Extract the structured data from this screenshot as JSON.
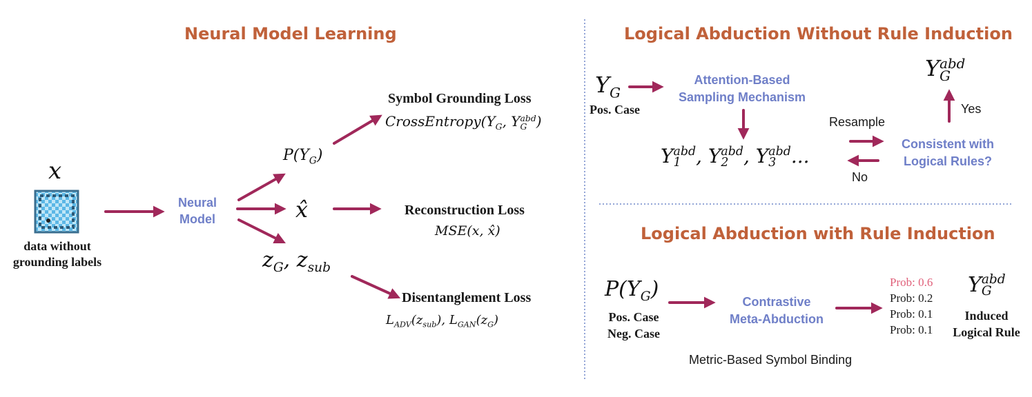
{
  "colors": {
    "title": "#c0613a",
    "method": "#6f7fc8",
    "arrow": "#a0285a",
    "highlight_prob": "#e0607a",
    "divider": "#6f86c8"
  },
  "left": {
    "title": "Neural Model Learning",
    "input_var": "x",
    "input_caption_1": "data without",
    "input_caption_2": "grounding labels",
    "model_line_1": "Neural",
    "model_line_2": "Model",
    "out_prob": "P(Y",
    "out_prob_sub": "G",
    "out_prob_close": ")",
    "out_recon": "x̂",
    "out_latent": "z",
    "out_latent_sub1": "G",
    "out_latent_mid": ", z",
    "out_latent_sub2": "sub",
    "loss1_name": "Symbol Grounding Loss",
    "loss1_expr_a": "CrossEntropy(Y",
    "loss1_expr_sub": "G",
    "loss1_expr_b": ", Y",
    "loss1_expr_sup": "abd",
    "loss1_expr_sub2": "G",
    "loss1_expr_c": ")",
    "loss2_name": "Reconstruction Loss",
    "loss2_expr": "MSE(x, x̂)",
    "loss3_name": "Disentanglement Loss",
    "loss3_expr_a": "L",
    "loss3_expr_sub_a": "ADV",
    "loss3_expr_b": "(z",
    "loss3_expr_sub_b": "sub",
    "loss3_expr_c": "), L",
    "loss3_expr_sub_c": "GAN",
    "loss3_expr_d": "(z",
    "loss3_expr_sub_d": "G",
    "loss3_expr_e": ")"
  },
  "top_right": {
    "title": "Logical Abduction Without Rule Induction",
    "yg": "Y",
    "yg_sub": "G",
    "pos_case": "Pos. Case",
    "sampling_1": "Attention-Based",
    "sampling_2": "Sampling Mechanism",
    "samples_y": "Y",
    "samples_sup": "abd",
    "samples_sub1": "1",
    "samples_sub2": "2",
    "samples_sub3": "3",
    "samples_tail": "...",
    "resample": "Resample",
    "no": "No",
    "consistent_1": "Consistent with",
    "consistent_2": "Logical Rules?",
    "yes": "Yes",
    "result_y": "Y",
    "result_sup": "abd",
    "result_sub": "G"
  },
  "bottom_right": {
    "title": "Logical Abduction with Rule Induction",
    "prob_a": "P(Y",
    "prob_sub": "G",
    "prob_b": ")",
    "pos_case": "Pos. Case",
    "neg_case": "Neg. Case",
    "cma_1": "Contrastive",
    "cma_2": "Meta-Abduction",
    "probs": [
      "Prob: 0.6",
      "Prob: 0.2",
      "Prob: 0.1",
      "Prob: 0.1"
    ],
    "result_y": "Y",
    "result_sup": "abd",
    "result_sub": "G",
    "induced_1": "Induced",
    "induced_2": "Logical Rule",
    "binding": "Metric-Based Symbol Binding"
  }
}
